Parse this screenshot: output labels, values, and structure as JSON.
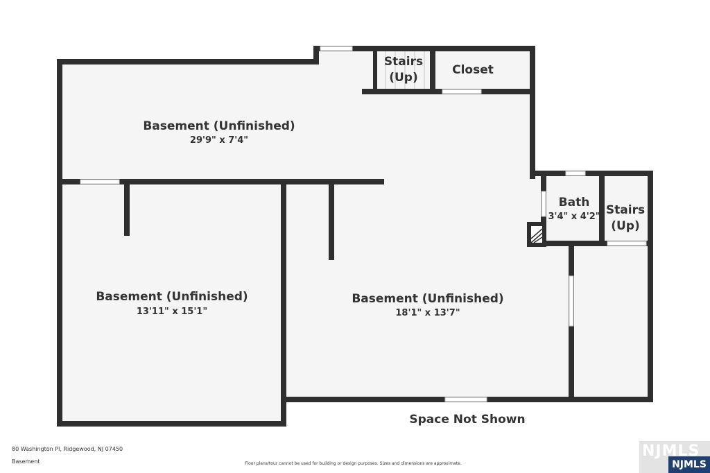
{
  "rooms": [
    {
      "id": "basement-top",
      "name": "Basement (Unfinished)",
      "dims": "29'9\" x 7'4\""
    },
    {
      "id": "basement-left",
      "name": "Basement (Unfinished)",
      "dims": "13'11\" x 15'1\""
    },
    {
      "id": "basement-center",
      "name": "Basement (Unfinished)",
      "dims": "18'1\" x 13'7\""
    },
    {
      "id": "bath",
      "name": "Bath",
      "dims": "3'4\" x 4'2\""
    },
    {
      "id": "stairs-top",
      "name": "Stairs",
      "sub": "(Up)"
    },
    {
      "id": "stairs-right",
      "name": "Stairs",
      "sub": "(Up)"
    },
    {
      "id": "closet",
      "name": "Closet"
    }
  ],
  "space_not_shown": "Space Not Shown",
  "footer": {
    "address": "80 Washington Pl, Ridgewood, NJ 07450",
    "level": "Basement",
    "disclaimer": "Floor plans/tour cannot be used for building or design purposes. Sizes and dimensions are approximate."
  },
  "watermark": {
    "text": "NJMLS",
    "badge": "NJMLS"
  },
  "colors": {
    "wall": "#2f2f2f",
    "floor": "#f5f5f5",
    "window": "#ffffff",
    "badge": "#1f3f6e"
  }
}
